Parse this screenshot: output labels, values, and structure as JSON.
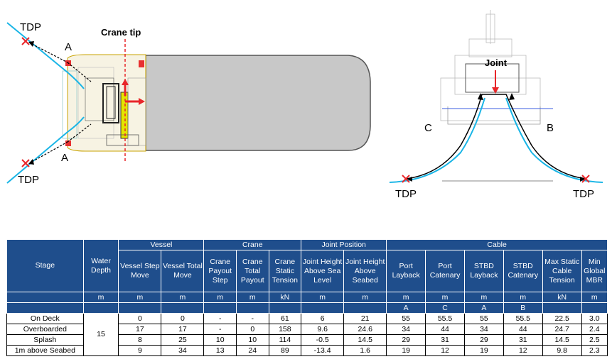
{
  "figure": {
    "left_labels": {
      "tdp_top": "TDP",
      "tdp_bottom": "TDP",
      "a_top": "A",
      "a_bottom": "A",
      "crane_tip": "Crane tip"
    },
    "right_labels": {
      "joint": "Joint",
      "c": "C",
      "b": "B",
      "tdp_left": "TDP",
      "tdp_right": "TDP"
    },
    "colors": {
      "cable": "#19b5e6",
      "path": "#000000",
      "tdp_mark": "#e8262a",
      "crane_tip_line": "#e8262a",
      "hull": "#c8c8c8",
      "table_header": "#1f4e8c",
      "waterline": "#3b5ee0"
    }
  },
  "table": {
    "group_headers": {
      "stage": "Stage",
      "water_depth": "Water Depth",
      "vessel": "Vessel",
      "crane": "Crane",
      "joint_position": "Joint Position",
      "cable": "Cable"
    },
    "sub_headers": [
      "Vessel Step Move",
      "Vessel Total Move",
      "Crane Payout Step",
      "Crane Total Payout",
      "Crane Static Tension",
      "Joint Height Above Sea Level",
      "Joint Height Above Seabed",
      "Port Layback",
      "Port Catenary",
      "STBD Layback",
      "STBD Catenary",
      "Max Static Cable Tension",
      "Min Global MBR"
    ],
    "units": {
      "water_depth": "m",
      "cols": [
        "m",
        "m",
        "m",
        "m",
        "kN",
        "m",
        "m",
        "m",
        "m",
        "m",
        "m",
        "kN",
        "m"
      ]
    },
    "ref_row": [
      "",
      "",
      "",
      "",
      "",
      "",
      "",
      "A",
      "C",
      "A",
      "B",
      "",
      ""
    ],
    "water_depth_value": "15",
    "rows": [
      {
        "stage": "On Deck",
        "cells": [
          "0",
          "0",
          "-",
          "-",
          "61",
          "6",
          "21",
          "55",
          "55.5",
          "55",
          "55.5",
          "22.5",
          "3.0"
        ]
      },
      {
        "stage": "Overboarded",
        "cells": [
          "17",
          "17",
          "-",
          "0",
          "158",
          "9.6",
          "24.6",
          "34",
          "44",
          "34",
          "44",
          "24.7",
          "2.4"
        ]
      },
      {
        "stage": "Splash",
        "cells": [
          "8",
          "25",
          "10",
          "10",
          "114",
          "-0.5",
          "14.5",
          "29",
          "31",
          "29",
          "31",
          "14.5",
          "2.5"
        ]
      },
      {
        "stage": "1m above Seabed",
        "cells": [
          "9",
          "34",
          "13",
          "24",
          "89",
          "-13.4",
          "1.6",
          "19",
          "12",
          "19",
          "12",
          "9.8",
          "2.3"
        ]
      }
    ]
  }
}
